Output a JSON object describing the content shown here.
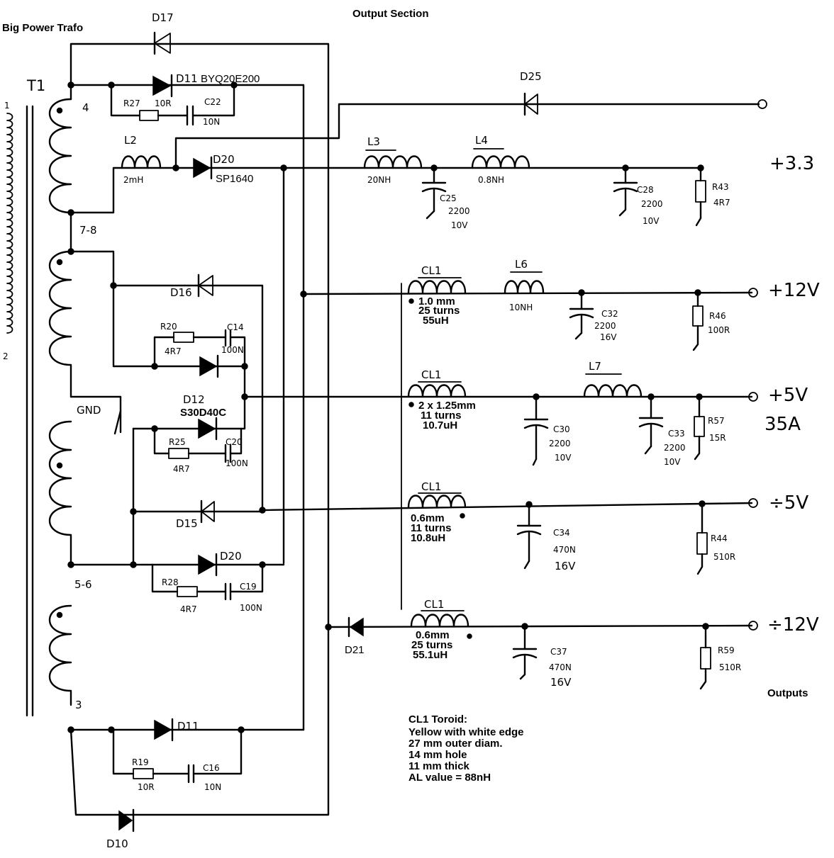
{
  "titles": {
    "left": "Big Power Trafo",
    "center": "Output Section",
    "outputs": "Outputs"
  },
  "transformer": {
    "name": "T1",
    "primary_pins": [
      "1",
      "2"
    ],
    "taps": [
      "4",
      "7-8",
      "GND",
      "5-6",
      "3"
    ]
  },
  "diodes": {
    "d17": "D17",
    "d11_top": "D11",
    "d11_top_part": "BYQ20E200",
    "d20_top": "D20",
    "d20_top_part": "SP1640",
    "d25": "D25",
    "d16": "D16",
    "d12": "D12",
    "d12_part": "S30D40C",
    "d15": "D15",
    "d20_mid": "D20",
    "d21": "D21",
    "d11_bot": "D11",
    "d10": "D10"
  },
  "passives": {
    "r27": "R27",
    "r27_val": "10R",
    "c22": "C22",
    "c22_val": "10N",
    "l2": "L2",
    "l2_val": "2mH",
    "r20": "R20",
    "r20_val": "4R7",
    "c14": "C14",
    "c14_val": "100N",
    "r25": "R25",
    "r25_val": "4R7",
    "c20": "C20",
    "c20_val": "100N",
    "r28": "R28",
    "r28_val": "4R7",
    "c19": "C19",
    "c19_val": "100N",
    "r19": "R19",
    "r19_val": "10R",
    "c16": "C16",
    "c16_val": "10N"
  },
  "rail_33": {
    "label": "+3.3",
    "l3": "L3",
    "l3_val": "20NH",
    "l4": "L4",
    "l4_val": "0.8NH",
    "c25": "C25",
    "c25_val": "2200",
    "c25_v": "10V",
    "c28": "C28",
    "c28_val": "2200",
    "c28_v": "10V",
    "r43": "R43",
    "r43_val": "4R7"
  },
  "rail_12": {
    "label": "+12V",
    "cl": "CL1",
    "cl_spec": [
      "1.0 mm",
      "25 turns",
      "55uH"
    ],
    "l6": "L6",
    "l6_val": "10NH",
    "c32": "C32",
    "c32_val": "2200",
    "c32_v": "16V",
    "r46": "R46",
    "r46_val": "100R"
  },
  "rail_5": {
    "label": "+5V",
    "current": "35A",
    "cl": "CL1",
    "cl_spec": [
      "2 x 1.25mm",
      "11 turns",
      "10.7uH"
    ],
    "l7": "L7",
    "c30": "C30",
    "c30_val": "2200",
    "c30_v": "10V",
    "c33": "C33",
    "c33_val": "2200",
    "c33_v": "10V",
    "r57": "R57",
    "r57_val": "15R"
  },
  "rail_m5": {
    "label": "÷5V",
    "cl": "CL1",
    "cl_spec": [
      "0.6mm",
      "11 turns",
      "10.8uH"
    ],
    "c34": "C34",
    "c34_val": "470N",
    "c34_v": "16V",
    "r44": "R44",
    "r44_val": "510R"
  },
  "rail_m12": {
    "label": "÷12V",
    "cl": "CL1",
    "cl_spec": [
      "0.6mm",
      "25 turns",
      "55.1uH"
    ],
    "c37": "C37",
    "c37_val": "470N",
    "c37_v": "16V",
    "r59": "R59",
    "r59_val": "510R"
  },
  "toroid_note": [
    "CL1 Toroid:",
    "Yellow with white edge",
    "27 mm outer diam.",
    "14 mm hole",
    "11 mm thick",
    "AL value = 88nH"
  ]
}
